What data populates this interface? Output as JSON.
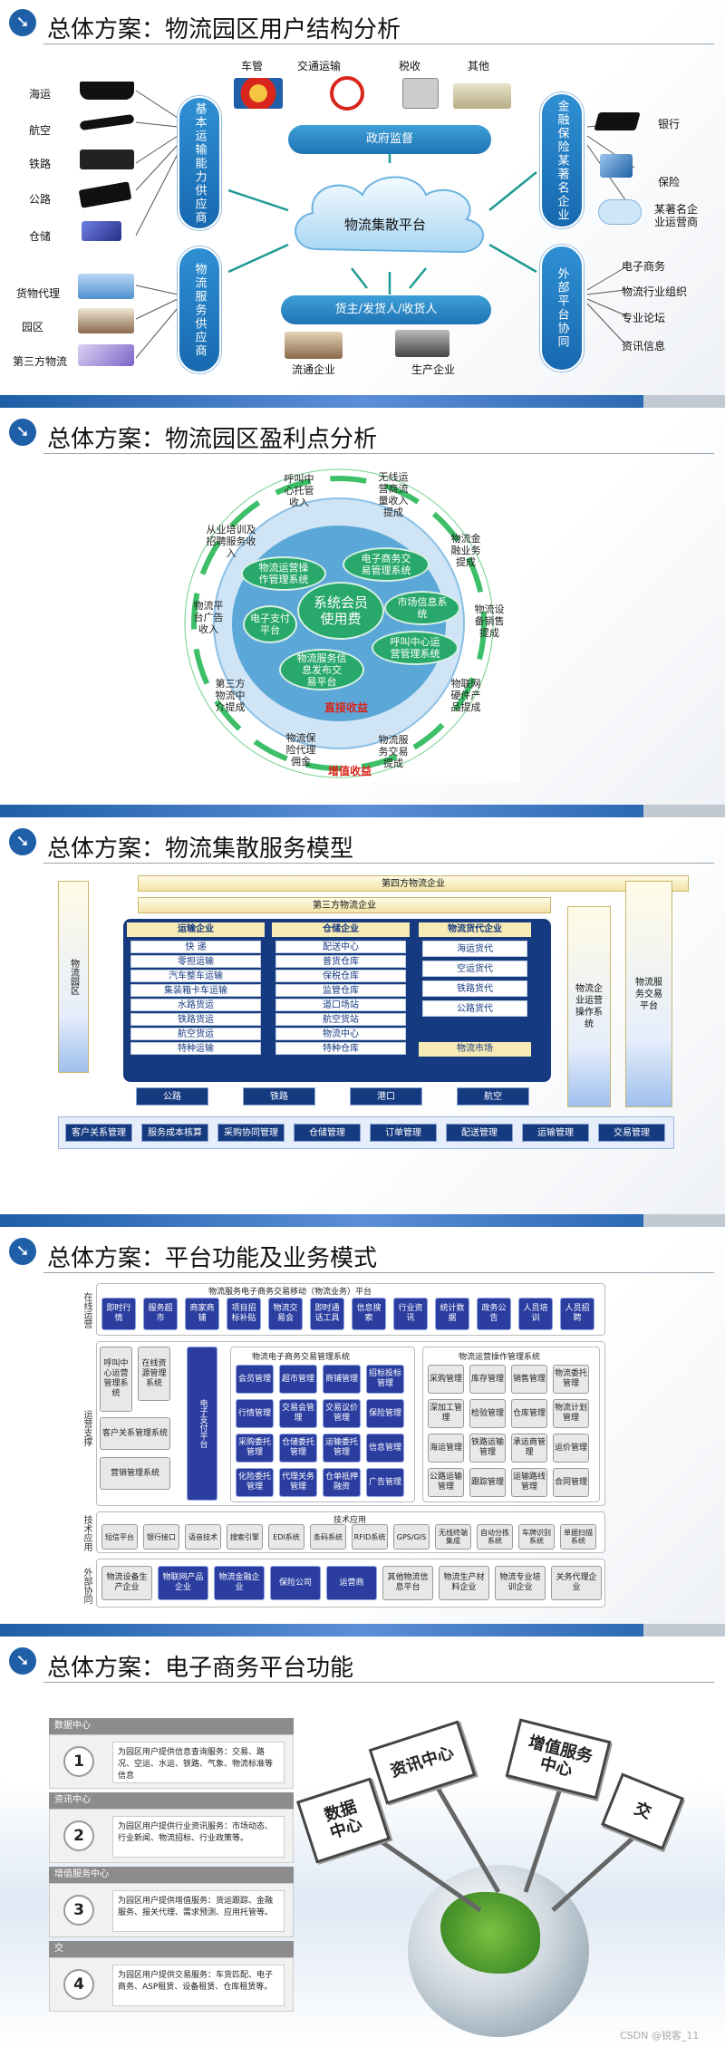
{
  "colors": {
    "accent": "#1f5fa8",
    "navy": "#163a80",
    "purple": "#2b3ea0",
    "green": "#28a86b",
    "red": "#d9261c"
  },
  "slide1": {
    "title": "总体方案：物流园区用户结构分析",
    "center": "物流集散平台",
    "top_pill": "政府监督",
    "bottom_pill": "货主/发货人/收货人",
    "left_top_pill": "基本运输能力供应商",
    "left_bottom_pill": "物流服务供应商",
    "right_top_pill": "金融保险某著名企业",
    "right_bottom_pill": "外部平台协同",
    "gov_items": [
      "车管",
      "交通运输",
      "税收",
      "其他"
    ],
    "left_top_items": [
      "海运",
      "航空",
      "铁路",
      "公路",
      "仓储"
    ],
    "left_bottom_items": [
      "货物代理",
      "园区",
      "第三方物流"
    ],
    "right_top_items": [
      "银行",
      "保险",
      "某著名企\n业运营商"
    ],
    "right_bottom_items": [
      "电子商务",
      "物流行业组织",
      "专业论坛",
      "资讯信息"
    ],
    "bottom_items": [
      "流通企业",
      "生产企业"
    ]
  },
  "slide2": {
    "title": "总体方案：物流园区盈利点分析",
    "center": "系统会员\n使用费",
    "ring": [
      "呼叫中\n心托管\n收入",
      "无线运\n营商流\n量收入\n提成",
      "物流金\n融业务\n提成",
      "物流设\n备销售\n提成",
      "物联网\n硬件产\n品提成",
      "物流服\n务交易\n提成",
      "物流保\n险代理\n佣金",
      "第三方\n物流中\n介提成",
      "物流平\n台广告\n收入",
      "从业培训及\n招聘服务收\n入"
    ],
    "blobs": [
      "物流运营操\n作管理系统",
      "电子商务交\n易管理系统",
      "电子支付\n平台",
      "市场信息系\n统",
      "呼叫中心运\n营管理系统",
      "物流服务信\n息发布交\n易平台"
    ],
    "direct": "直接收益",
    "value_added": "增值收益"
  },
  "slide3": {
    "title": "总体方案：物流集散服务模型",
    "top1": "第四方物流企业",
    "top2": "第三方物流企业",
    "left": "物流园区",
    "right1": "物流企业运营操作系统",
    "right2": "物流服务交易平台",
    "col_heads": [
      "运输企业",
      "仓储企业",
      "物流货代企业"
    ],
    "col1": [
      "快  递",
      "零担运输",
      "汽车整车运输",
      "集装箱卡车运输",
      "水路货运",
      "铁路货运",
      "航空货运",
      "特种运输"
    ],
    "col2": [
      "配送中心",
      "普货仓库",
      "保税仓库",
      "监管仓库",
      "道口场站",
      "航空货站",
      "物流中心",
      "特种仓库"
    ],
    "col3": [
      "海运货代",
      "空运货代",
      "铁路货代",
      "公路货代"
    ],
    "market": "物流市场",
    "modes": [
      "公路",
      "铁路",
      "港口",
      "航空"
    ],
    "bottom": [
      "客户关系管理",
      "服务成本核算",
      "采购协同管理",
      "仓储管理",
      "订单管理",
      "配送管理",
      "运输管理",
      "交易管理"
    ]
  },
  "slide4": {
    "title": "总体方案：平台功能及业务模式",
    "online_label": "在线运营",
    "ops_label": "运营支撑",
    "tech_label": "技术应用",
    "ext_label": "外部协同",
    "online_title": "物流服务电子商务交易移动（物流业务）平台",
    "online": [
      "即时行情",
      "服务超市",
      "商家商铺",
      "项目招标补贴",
      "物流交易会",
      "即时通话工具",
      "信息搜索",
      "行业资讯",
      "统计数据",
      "政务公告",
      "人员培训",
      "人员招聘"
    ],
    "ops_left": [
      "呼叫中心运营管理系统",
      "在线资源管理系统",
      "客户关系管理系统",
      "营销管理系统"
    ],
    "pay": "电子支付平台",
    "ec_title": "物流电子商务交易管理系统",
    "ec": [
      "会员管理",
      "超市管理",
      "商铺管理",
      "招标投标管理",
      "行情管理",
      "交易会管理",
      "交易议价管理",
      "保险管理",
      "采购委托管理",
      "仓储委托管理",
      "运输委托管理",
      "信息管理",
      "化险委托管理",
      "代理关务管理",
      "仓单抵押融资",
      "广告管理"
    ],
    "op_title": "物流运营操作管理系统",
    "op": [
      "采购管理",
      "库存管理",
      "销售管理",
      "物流委托管理",
      "深加工管理",
      "检验管理",
      "仓库管理",
      "物流计划管理",
      "海运管理",
      "铁路运输管理",
      "承运商管理",
      "运价管理",
      "公路运输管理",
      "跟踪管理",
      "运输路线管理",
      "合同管理"
    ],
    "tech_title": "技术应用",
    "tech": [
      "短信平台",
      "银行接口",
      "语音技术",
      "搜索引擎",
      "EDI系统",
      "条码系统",
      "RFID系统",
      "GPS/GIS",
      "无线终端集成",
      "自动分拣系统",
      "车牌识别系统",
      "单据扫描系统"
    ],
    "ext": [
      "物流设备生产企业",
      "物联网产品企业",
      "物流金融企业",
      "保险公司",
      "运营商",
      "其他物流信息平台",
      "物流生产材料企业",
      "物流专业培训企业",
      "关务代理企业"
    ]
  },
  "slide5": {
    "title": "总体方案：电子商务平台功能",
    "cards": [
      {
        "head": "数据中心",
        "num": "1",
        "text": "为园区用户提供信息查询服务：交易、路况、空运、水运、铁路、气象、物流标准等信息"
      },
      {
        "head": "资讯中心",
        "num": "2",
        "text": "为园区用户提供行业资讯服务：市场动态、行业新闻、物流招标、行业政策等。"
      },
      {
        "head": "增值服务中心",
        "num": "3",
        "text": "为园区用户提供增值服务：货运跟踪、金融服务、报关代理、需求预测、应用托管等。"
      },
      {
        "head": "交",
        "num": "4",
        "text": "为园区用户提供交易服务：车货匹配、电子商务、ASP租赁、设备租赁、仓库租赁等。"
      }
    ],
    "signs": [
      "数据\n中心",
      "资讯中心",
      "增值服务\n中心",
      "交"
    ],
    "watermark": "CSDN @锐客_11"
  }
}
